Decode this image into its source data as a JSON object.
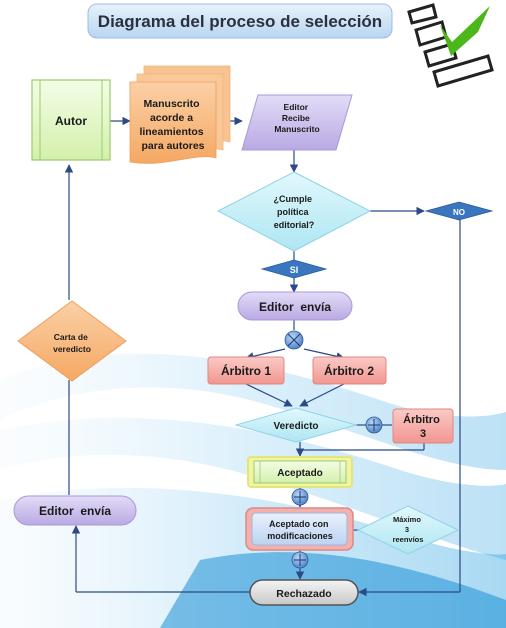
{
  "title": "Diagrama del proceso de selección",
  "nodes": {
    "autor": "Autor",
    "manuscrito": [
      "Manuscrito",
      "acorde a",
      "lineamientos",
      "para autores"
    ],
    "editor_recibe": [
      "Editor",
      "Recibe",
      "Manuscrito"
    ],
    "cumple": [
      "¿Cumple",
      "política",
      "editorial?"
    ],
    "no": "NO",
    "si": "SI",
    "editor_envia_top": "Editor  envía",
    "arbitro1": "Árbitro 1",
    "arbitro2": "Árbitro 2",
    "veredicto": "Veredicto",
    "arbitro3": [
      "Árbitro",
      "3"
    ],
    "aceptado": "Aceptado",
    "aceptado_mod": [
      "Aceptado con",
      "modificaciones"
    ],
    "maximo": [
      "Máximo",
      "3",
      "reenvíos"
    ],
    "rechazado": "Rechazado",
    "editor_envia_left": "Editor  envía",
    "carta": [
      "Carta de",
      "veredicto"
    ]
  },
  "icon": "checklist-icon",
  "colors": {
    "title_bg": "#cfe3f7",
    "green_fill": "#e4f7c8",
    "orange_fill": "#f9c08a",
    "purple_fill": "#cfc3ee",
    "cyan_fill": "#c7eef7",
    "blue_fill": "#3a76c0",
    "pink_fill": "#f6a8a4",
    "yellow_fill": "#f2f4a4",
    "gray_fill": "#dcdcdc"
  }
}
